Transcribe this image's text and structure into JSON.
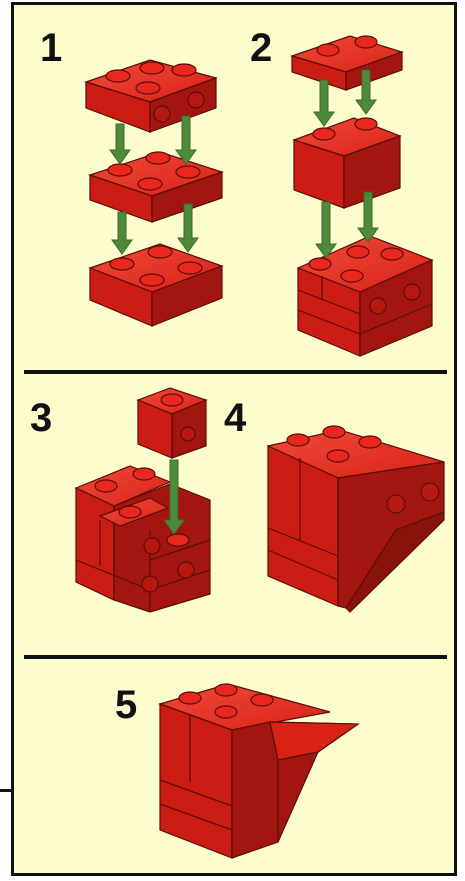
{
  "steps": [
    {
      "label": "1"
    },
    {
      "label": "2"
    },
    {
      "label": "3"
    },
    {
      "label": "4"
    },
    {
      "label": "5"
    }
  ],
  "colors": {
    "background": "#fdfccd",
    "brick_top": "#e8281e",
    "brick_front": "#cc1d14",
    "brick_side": "#a31610",
    "outline": "#5a0d08",
    "arrow": "#4f8a3a"
  }
}
